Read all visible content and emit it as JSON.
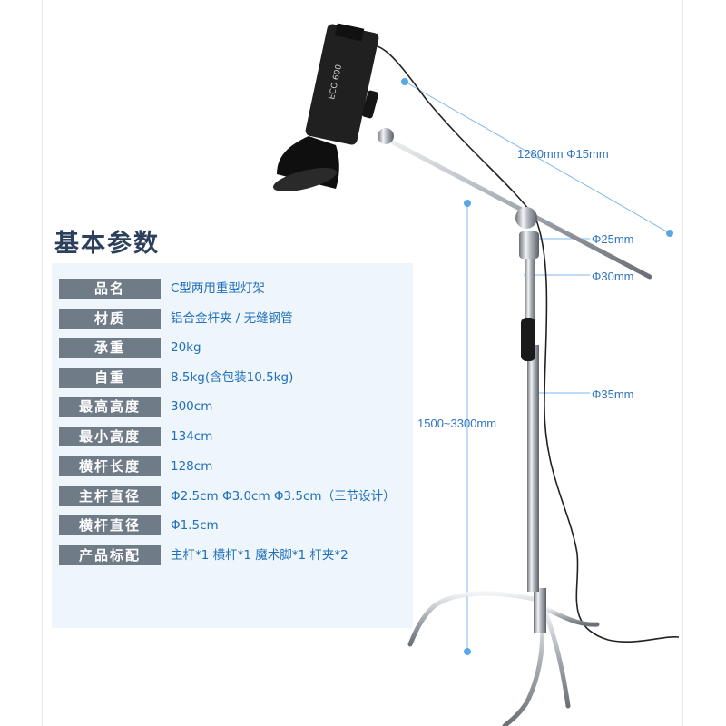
{
  "section": {
    "title": "基本参数"
  },
  "specs": [
    {
      "label": "品名",
      "value": "C型两用重型灯架"
    },
    {
      "label": "材质",
      "value": "铝合金杆夹 / 无缝钢管"
    },
    {
      "label": "承重",
      "value": "20kg"
    },
    {
      "label": "自重",
      "value": "8.5kg(含包装10.5kg)"
    },
    {
      "label": "最高高度",
      "value": "300cm"
    },
    {
      "label": "最小高度",
      "value": "134cm"
    },
    {
      "label": "横杆长度",
      "value": "128cm"
    },
    {
      "label": "主杆直径",
      "value": "Φ2.5cm Φ3.0cm Φ3.5cm（三节设计）"
    },
    {
      "label": "横杆直径",
      "value": "Φ1.5cm"
    },
    {
      "label": "产品标配",
      "value": "主杆*1  横杆*1  魔术脚*1  杆夹*2"
    }
  ],
  "dimensions": {
    "boom": "1280mm  Φ15mm",
    "clamp": "Φ25mm",
    "upper_tube": "Φ30mm",
    "lower_tube": "Φ35mm",
    "height": "1500~3300mm"
  },
  "product": {
    "flash_brand": "ECO 600"
  },
  "colors": {
    "label_bg": "#707b88",
    "value_text": "#1f6fba",
    "panel_bg": "#eef5fb",
    "dimension_blue": "#5aa7e8"
  }
}
